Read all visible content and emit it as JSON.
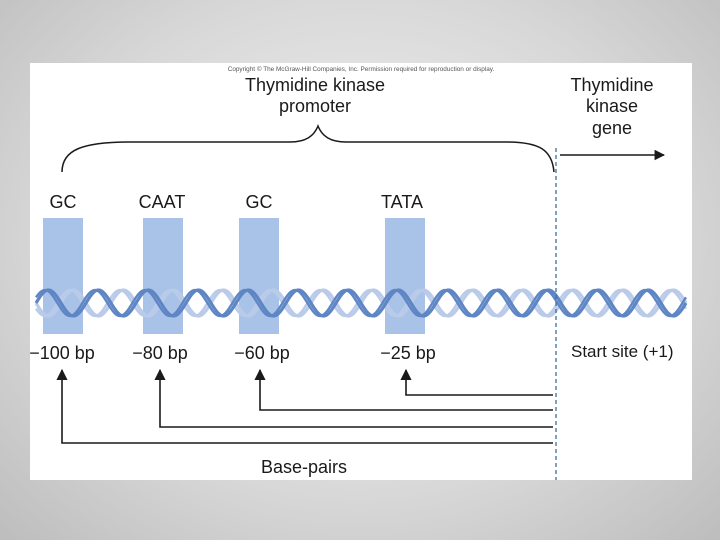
{
  "copyright": "Copyright © The McGraw-Hill Companies, Inc. Permission required for reproduction or display.",
  "promoter_label": [
    "Thymidine kinase",
    "promoter"
  ],
  "gene_label": [
    "Thymidine",
    "kinase",
    "gene"
  ],
  "elements": [
    {
      "name": "GC",
      "position": "−100 bp"
    },
    {
      "name": "CAAT",
      "position": "−80 bp"
    },
    {
      "name": "GC",
      "position": "−60 bp"
    },
    {
      "name": "TATA",
      "position": "−25 bp"
    }
  ],
  "start_site": "Start site (+1)",
  "base_pairs_label": "Base-pairs",
  "colors": {
    "box": "#a9c2e8",
    "helix_front": "#5f86c4",
    "helix_back": "#b9cbe9",
    "lines": "#1a1a1a",
    "start_line": "#3f6f96"
  }
}
